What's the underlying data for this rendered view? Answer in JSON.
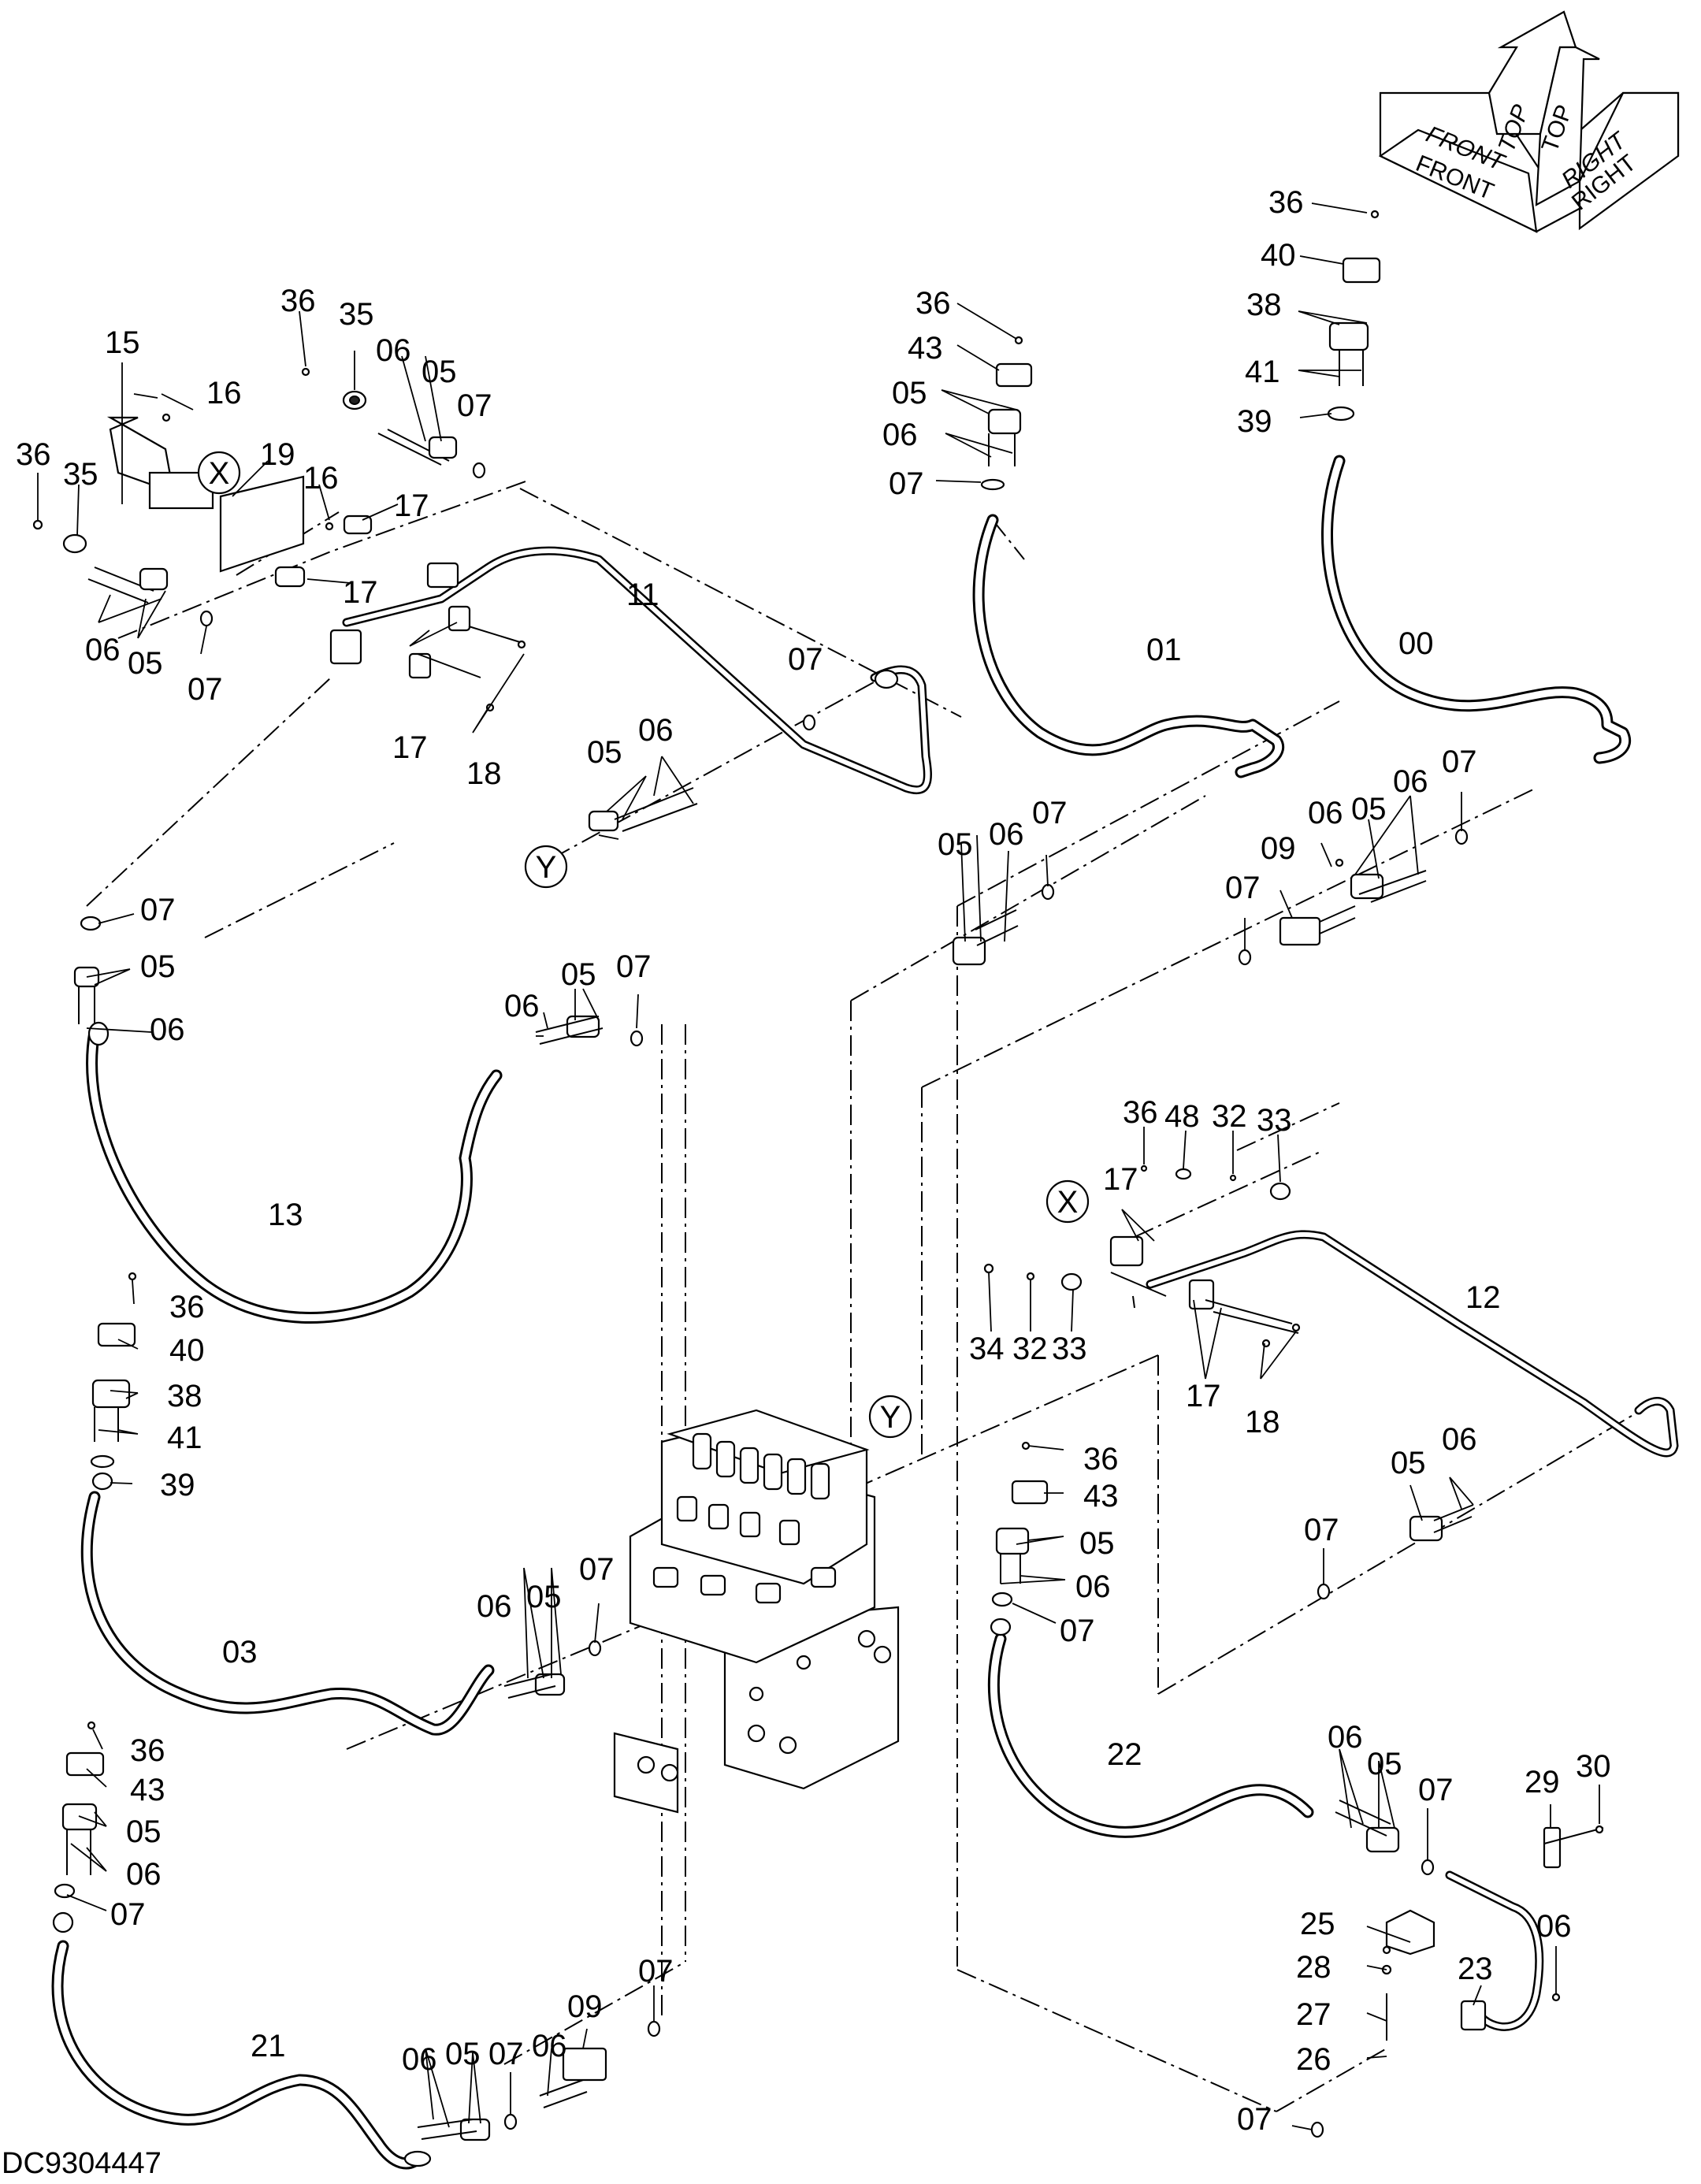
{
  "drawing": {
    "id": "DC9304447",
    "orientation": {
      "top": "TOP",
      "front": "FRONT",
      "right": "RIGHT"
    },
    "view_markers": [
      "X",
      "Y"
    ],
    "callouts": {
      "c00": "00",
      "c01": "01",
      "c03": "03",
      "c05a": "05",
      "c05b": "05",
      "c05c": "05",
      "c05d": "05",
      "c05e": "05",
      "c05f": "05",
      "c05g": "05",
      "c05h": "05",
      "c05i": "05",
      "c05j": "05",
      "c05k": "05",
      "c05l": "05",
      "c05m": "05",
      "c05n": "05",
      "c06a": "06",
      "c06b": "06",
      "c06c": "06",
      "c06d": "06",
      "c06e": "06",
      "c06f": "06",
      "c06g": "06",
      "c06h": "06",
      "c06i": "06",
      "c06j": "06",
      "c06k": "06",
      "c06l": "06",
      "c06m": "06",
      "c06n": "06",
      "c06o": "06",
      "c06p": "06",
      "c07a": "07",
      "c07b": "07",
      "c07c": "07",
      "c07d": "07",
      "c07e": "07",
      "c07f": "07",
      "c07g": "07",
      "c07h": "07",
      "c07i": "07",
      "c07j": "07",
      "c07k": "07",
      "c07l": "07",
      "c07m": "07",
      "c07n": "07",
      "c07o": "07",
      "c07p": "07",
      "c07q": "07",
      "c09a": "09",
      "c09b": "09",
      "c11": "11",
      "c12": "12",
      "c13": "13",
      "c15": "15",
      "c16a": "16",
      "c16b": "16",
      "c17a": "17",
      "c17b": "17",
      "c17c": "17",
      "c17d": "17",
      "c17e": "17",
      "c18a": "18",
      "c18b": "18",
      "c19": "19",
      "c21": "21",
      "c22": "22",
      "c23": "23",
      "c25": "25",
      "c26": "26",
      "c27": "27",
      "c28": "28",
      "c29": "29",
      "c30": "30",
      "c32a": "32",
      "c32b": "32",
      "c33a": "33",
      "c33b": "33",
      "c34": "34",
      "c35a": "35",
      "c35b": "35",
      "c36a": "36",
      "c36b": "36",
      "c36c": "36",
      "c36d": "36",
      "c36e": "36",
      "c36f": "36",
      "c36g": "36",
      "c36h": "36",
      "c38a": "38",
      "c38b": "38",
      "c39a": "39",
      "c39b": "39",
      "c40a": "40",
      "c40b": "40",
      "c41a": "41",
      "c41b": "41",
      "c43a": "43",
      "c43b": "43",
      "c43c": "43",
      "c48": "48"
    }
  }
}
